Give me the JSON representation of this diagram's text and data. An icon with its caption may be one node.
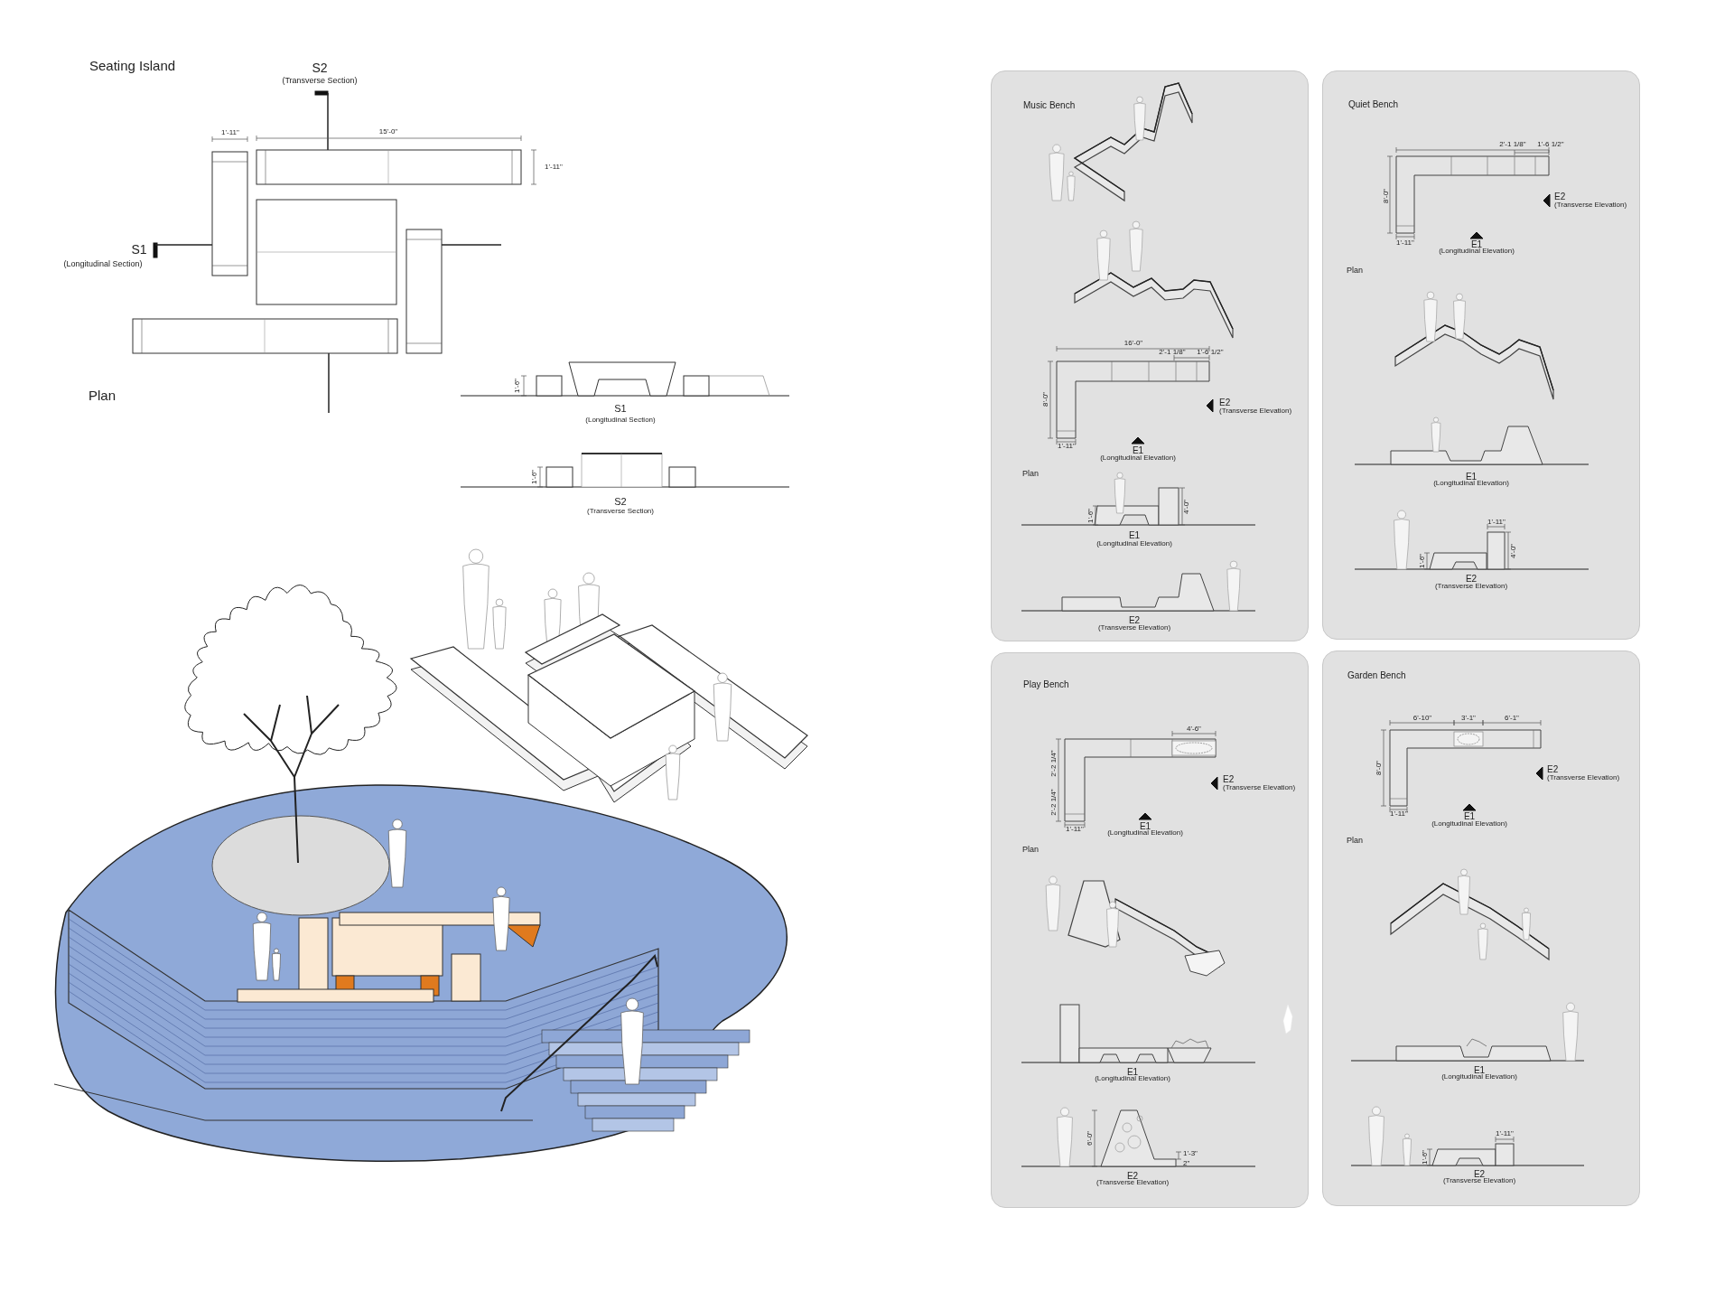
{
  "diagram": {
    "nodes": [
      {
        "text": [
          "Music Bench"
        ]
      },
      {
        "text": [
          "Quiet Bench"
        ]
      },
      {
        "text": [
          "Play Bench"
        ]
      },
      {
        "text": [
          "Garden Bench"
        ]
      }
    ],
    "edges": [],
    "labels": [
      "Seating Island",
      "S2",
      "(Transverse Section)",
      "1'-11\"",
      "15'-0\"",
      "1'-11\"",
      "S1",
      "(Longitudinal Section)",
      "Plan",
      "1'-6\"",
      "S1",
      "(Longitudinal Section)",
      "1'-6\"",
      "S2",
      "(Transverse Section)",
      "16'-0\"",
      "2'-1 1/8\"",
      "1'-6 1/2\"",
      "8'-0\"",
      "1'-11\"",
      "E2",
      "(Transverse Elevation)",
      "E1",
      "(Longitudinal Elevation)",
      "Plan",
      "1'-6\"",
      "4'-0\"",
      "E1",
      "(Longitudinal Elevation)",
      "E2",
      "(Transverse Elevation)",
      "2'-1 1/8\"",
      "1'-6 1/2\"",
      "8'-0\"",
      "1'-11\"",
      "E2",
      "(Transverse Elevation)",
      "E1",
      "(Longitudinal Elevation)",
      "Plan",
      "E1",
      "(Longitudinal Elevation)",
      "1'-11\"",
      "1'-6\"",
      "4'-0\"",
      "E2",
      "(Transverse Elevation)",
      "4'-6\"",
      "2'-2 1/4\"",
      "2'-2 1/4\"",
      "1'-11\"",
      "E2",
      "(Transverse Elevation)",
      "E1",
      "(Longitudinal Elevation)",
      "Plan",
      "E1",
      "(Longitudinal Elevation)",
      "6'-0\"",
      "1'-3\"",
      "2\"",
      "E2",
      "(Transverse Elevation)",
      "6'-10\"",
      "3'-1\"",
      "6'-1\"",
      "8'-0\"",
      "1'-11\"",
      "E2",
      "(Transverse Elevation)",
      "E1",
      "(Longitudinal Elevation)",
      "Plan",
      "E1",
      "(Longitudinal Elevation)",
      "1'-11\"",
      "1'-6\"",
      "E2",
      "(Transverse Elevation)"
    ]
  }
}
